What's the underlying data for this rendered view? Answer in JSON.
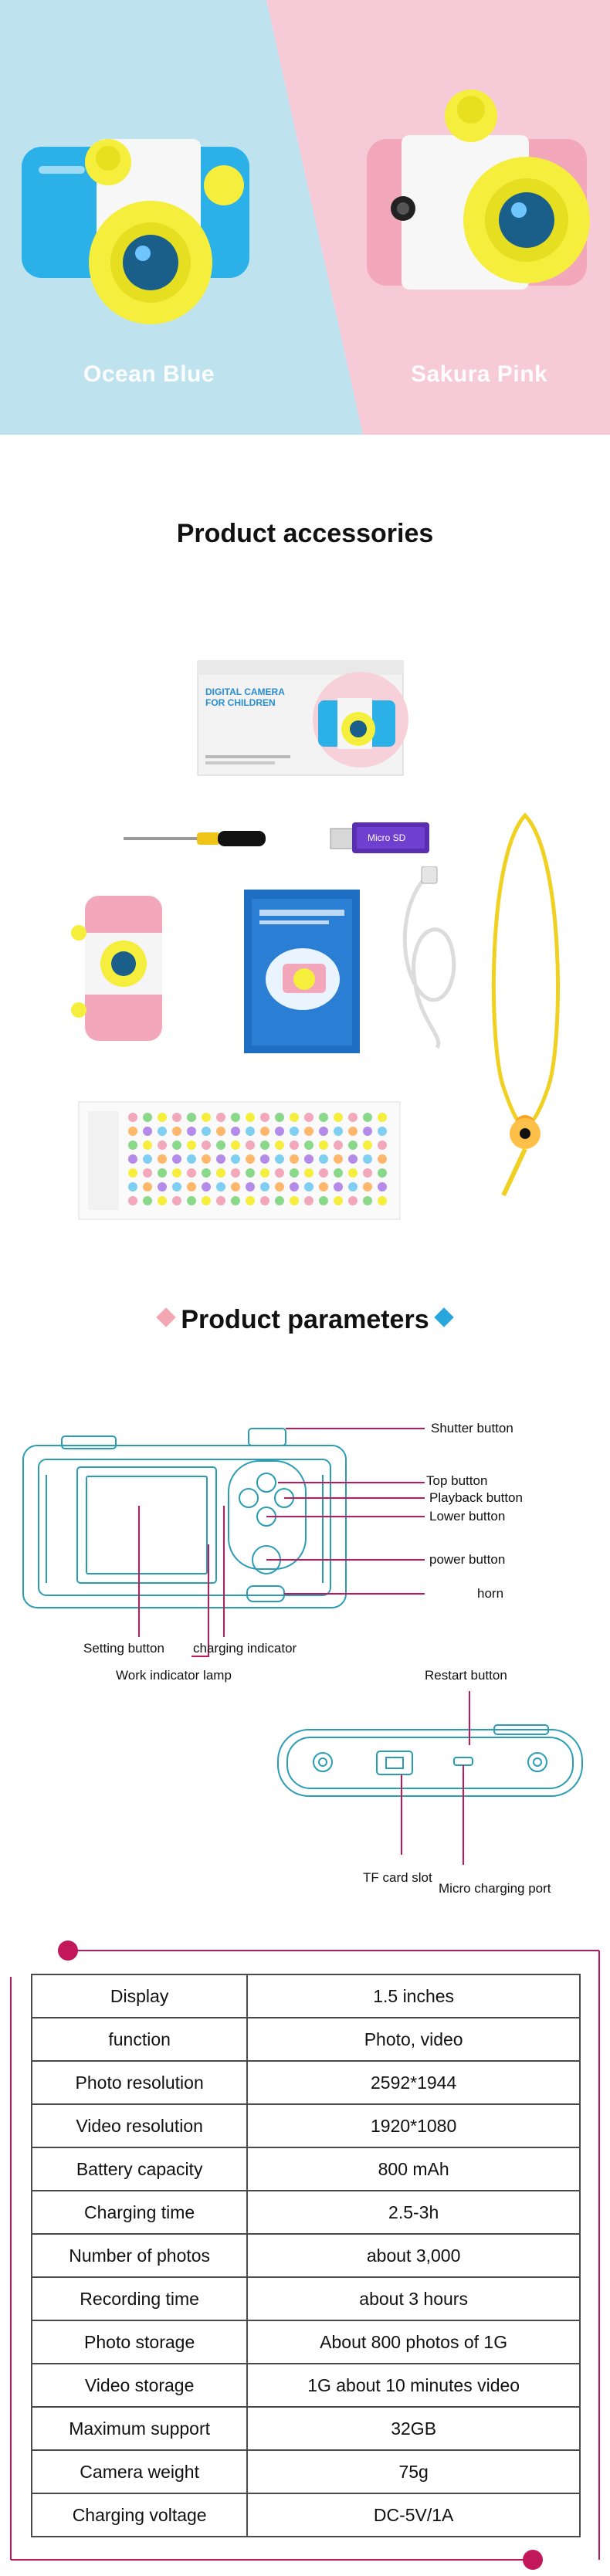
{
  "hero": {
    "left_label": "Ocean Blue",
    "right_label": "Sakura Pink",
    "colors": {
      "left_bg": "#bfe3ee",
      "right_bg": "#f6cbd7",
      "camera_blue": "#2cb0e8",
      "camera_pink": "#f2a7bb",
      "lens_yellow": "#f5ee3c"
    }
  },
  "accessories": {
    "title": "Product accessories",
    "box": {
      "title_line1": "DIGITAL CAMERA",
      "title_line2": "FOR CHILDREN"
    },
    "card_reader": {
      "text": "Micro SD"
    }
  },
  "parameters": {
    "title": "Product parameters",
    "front_callouts": {
      "shutter": "Shutter button",
      "top": "Top button",
      "playback": "Playback button",
      "lower": "Lower button",
      "power": "power button",
      "horn": "horn",
      "setting": "Setting button",
      "charging": "charging indicator",
      "work": "Work indicator lamp"
    },
    "bottom_callouts": {
      "restart": "Restart button",
      "tf": "TF card slot",
      "micro": "Micro charging port"
    }
  },
  "specs": {
    "accent_color": "#c2185b",
    "rows": [
      {
        "key": "Display",
        "value": "1.5 inches"
      },
      {
        "key": "function",
        "value": "Photo, video"
      },
      {
        "key": "Photo resolution",
        "value": "2592*1944"
      },
      {
        "key": "Video resolution",
        "value": "1920*1080"
      },
      {
        "key": "Battery capacity",
        "value": "800 mAh"
      },
      {
        "key": "Charging time",
        "value": "2.5-3h"
      },
      {
        "key": "Number of photos",
        "value": "about 3,000"
      },
      {
        "key": "Recording time",
        "value": "about 3 hours"
      },
      {
        "key": "Photo storage",
        "value": "About 800 photos of 1G"
      },
      {
        "key": "Video storage",
        "value": "1G about 10 minutes video"
      },
      {
        "key": "Maximum support",
        "value": "32GB"
      },
      {
        "key": "Camera weight",
        "value": "75g"
      },
      {
        "key": "Charging voltage",
        "value": "DC-5V/1A"
      }
    ]
  }
}
